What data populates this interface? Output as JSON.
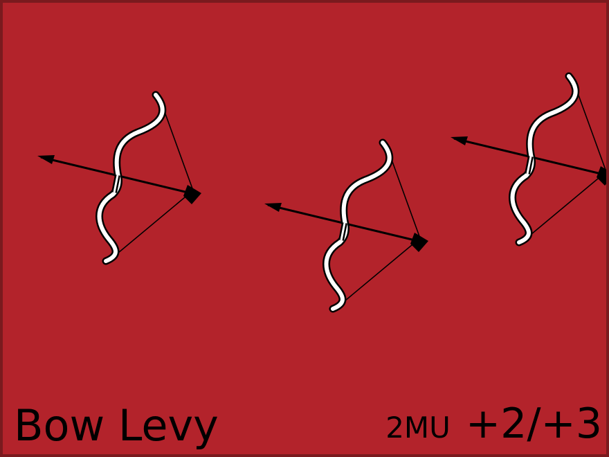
{
  "card": {
    "name": "Bow Levy",
    "size": "2MU",
    "modifiers": "+2/+3",
    "background_color": "#b3232b",
    "border_color": "#7a1a1e",
    "icon": "bow-and-arrow-icon",
    "icon_count": 3
  }
}
